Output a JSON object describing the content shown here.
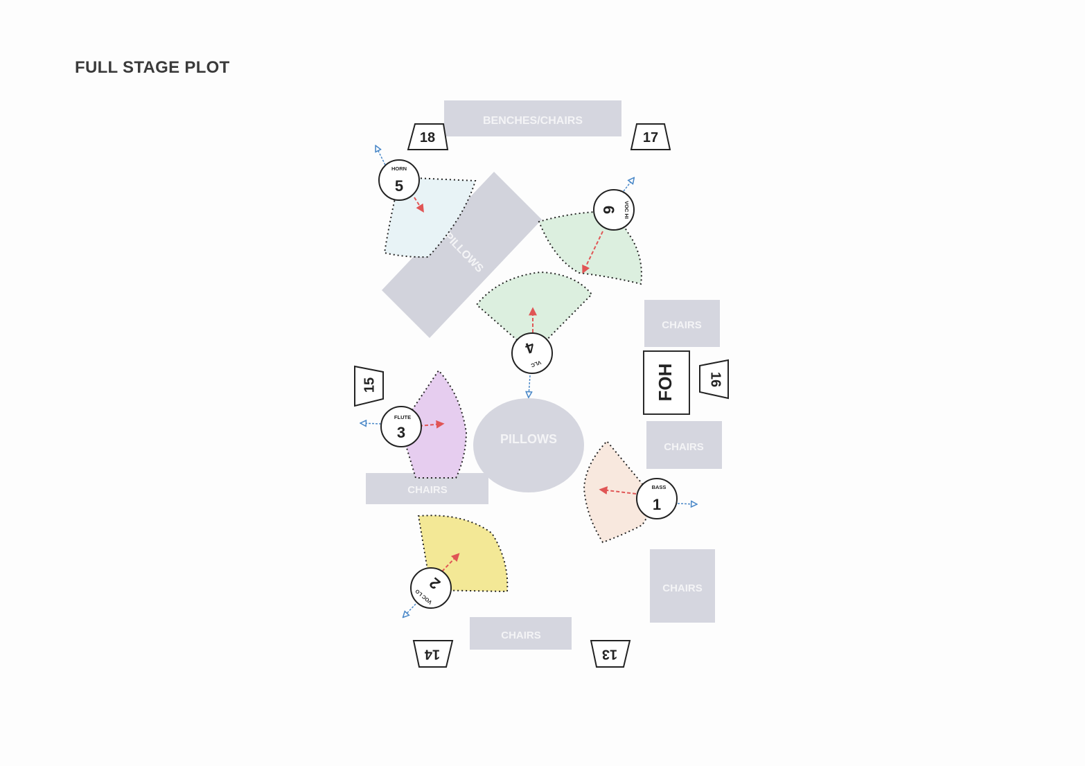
{
  "title": "FULL STAGE PLOT",
  "furniture": {
    "benches": "BENCHES/CHAIRS",
    "pillows_rect": "PILLOWS",
    "pillows_oval": "PILLOWS",
    "chairs_right_top": "CHAIRS",
    "chairs_right_mid": "CHAIRS",
    "chairs_right_bottom": "CHAIRS",
    "chairs_left": "CHAIRS",
    "chairs_bottom": "CHAIRS"
  },
  "foh": "FOH",
  "monitors": [
    "13",
    "14",
    "15",
    "16",
    "17",
    "18"
  ],
  "instruments": [
    {
      "num": "1",
      "tag": "BASS"
    },
    {
      "num": "2",
      "tag": "VOC LO"
    },
    {
      "num": "3",
      "tag": "FLUTE"
    },
    {
      "num": "4",
      "tag": "VLC"
    },
    {
      "num": "5",
      "tag": "HORN"
    },
    {
      "num": "6",
      "tag": "VOC HI"
    }
  ],
  "colors": {
    "furniture": "#d5d6df",
    "furniture_dark": "#c9cad3",
    "arrow_red": "#e05555",
    "arrow_blue": "#4a88c8",
    "fan_horn": "#e8f3f6",
    "fan_voc_hi": "#dcefdf",
    "fan_vlc": "#dcefdf",
    "fan_flute": "#e6cdef",
    "fan_bass": "#f8e8de",
    "fan_voc_lo": "#f3e896"
  }
}
